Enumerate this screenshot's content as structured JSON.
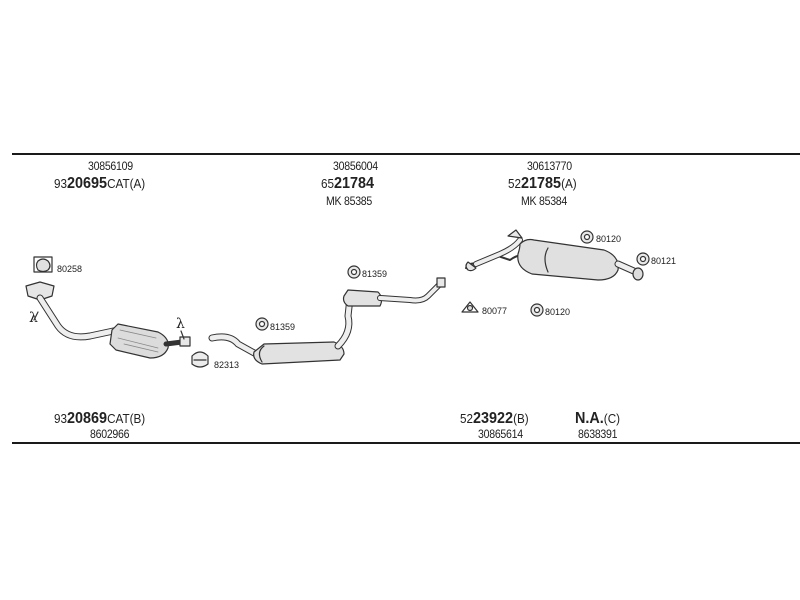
{
  "top_labels": [
    {
      "ref": "30856109",
      "prefix": "93",
      "code": "20695",
      "suffix": "CAT(A)"
    },
    {
      "ref": "30856004",
      "prefix": "65",
      "code": "21784",
      "suffix": "",
      "kit": "MK  85385"
    },
    {
      "ref": "30613770",
      "prefix": "52",
      "code": "21785",
      "suffix": "(A)",
      "kit": "MK  85384"
    }
  ],
  "bottom_labels": [
    {
      "prefix": "93",
      "code": "20869",
      "suffix": "CAT(B)",
      "ref": "8602966"
    },
    {
      "prefix": "52",
      "code": "23922",
      "suffix": "(B)",
      "ref": "30865614"
    },
    {
      "prefix": "",
      "code": "N.A.",
      "suffix": "(C)",
      "ref": "8638391"
    }
  ],
  "part_tags": {
    "p80258": "80258",
    "p81359a": "81359",
    "p82313": "82313",
    "p81359b": "81359",
    "p80120a": "80120",
    "p80121": "80121",
    "p80077": "80077",
    "p80120b": "80120"
  },
  "lambda": "λ"
}
